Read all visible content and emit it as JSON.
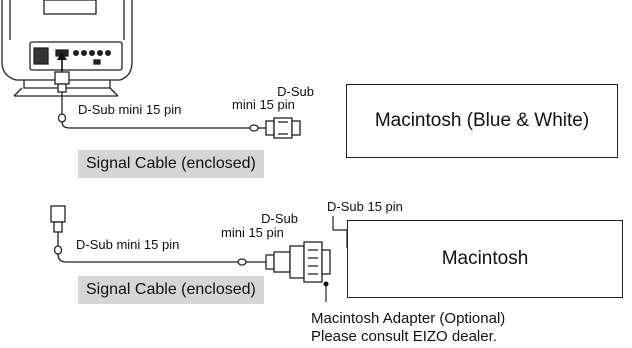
{
  "labels": {
    "top_cable_monitor_end": "D-Sub mini 15 pin",
    "top_connector_line1": "D-Sub",
    "top_connector_line2": "mini 15 pin",
    "bottom_cable_left_end": "D-Sub mini 15 pin",
    "bottom_connector_line1": "D-Sub",
    "bottom_connector_line2": "mini 15 pin",
    "mac_port": "D-Sub 15 pin"
  },
  "computers": {
    "top": "Macintosh (Blue & White)",
    "bottom": "Macintosh"
  },
  "cable_tags": {
    "top": "Signal Cable (enclosed)",
    "bottom": "Signal Cable (enclosed)"
  },
  "adapter_note": {
    "line1": "Macintosh Adapter (Optional)",
    "line2": "Please consult EIZO dealer."
  }
}
